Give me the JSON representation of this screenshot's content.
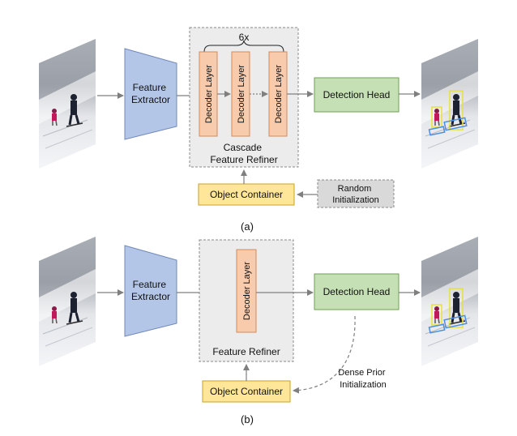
{
  "panel_a": {
    "caption": "(a)",
    "feature_extractor": "Feature\nExtractor",
    "repeat_label": "6x",
    "decoder_layers": [
      "Decoder Layer",
      "Decoder Layer",
      "Decoder Layer"
    ],
    "refiner_label": "Cascade\nFeature Refiner",
    "detection_head": "Detection Head",
    "object_container": "Object Container",
    "init_label": "Random\nInitialization"
  },
  "panel_b": {
    "caption": "(b)",
    "feature_extractor": "Feature\nExtractor",
    "decoder_layer": "Decoder Layer",
    "refiner_label": "Feature Refiner",
    "detection_head": "Detection Head",
    "object_container": "Object Container",
    "init_label": "Dense Prior\nInitialization"
  },
  "colors": {
    "extractor_fill": "#b4c6e7",
    "extractor_stroke": "#6f88b8",
    "decoder_fill": "#f8cbad",
    "decoder_stroke": "#d38a5a",
    "head_fill": "#c5e0b4",
    "head_stroke": "#6e9f52",
    "container_fill": "#ffe699",
    "container_stroke": "#c9a227",
    "refiner_fill": "#ececec",
    "random_init_fill": "#d9d9d9",
    "arrow": "#7f7f7f",
    "box_yellow": "#e8e23a",
    "box_blue": "#4a8fe0"
  }
}
